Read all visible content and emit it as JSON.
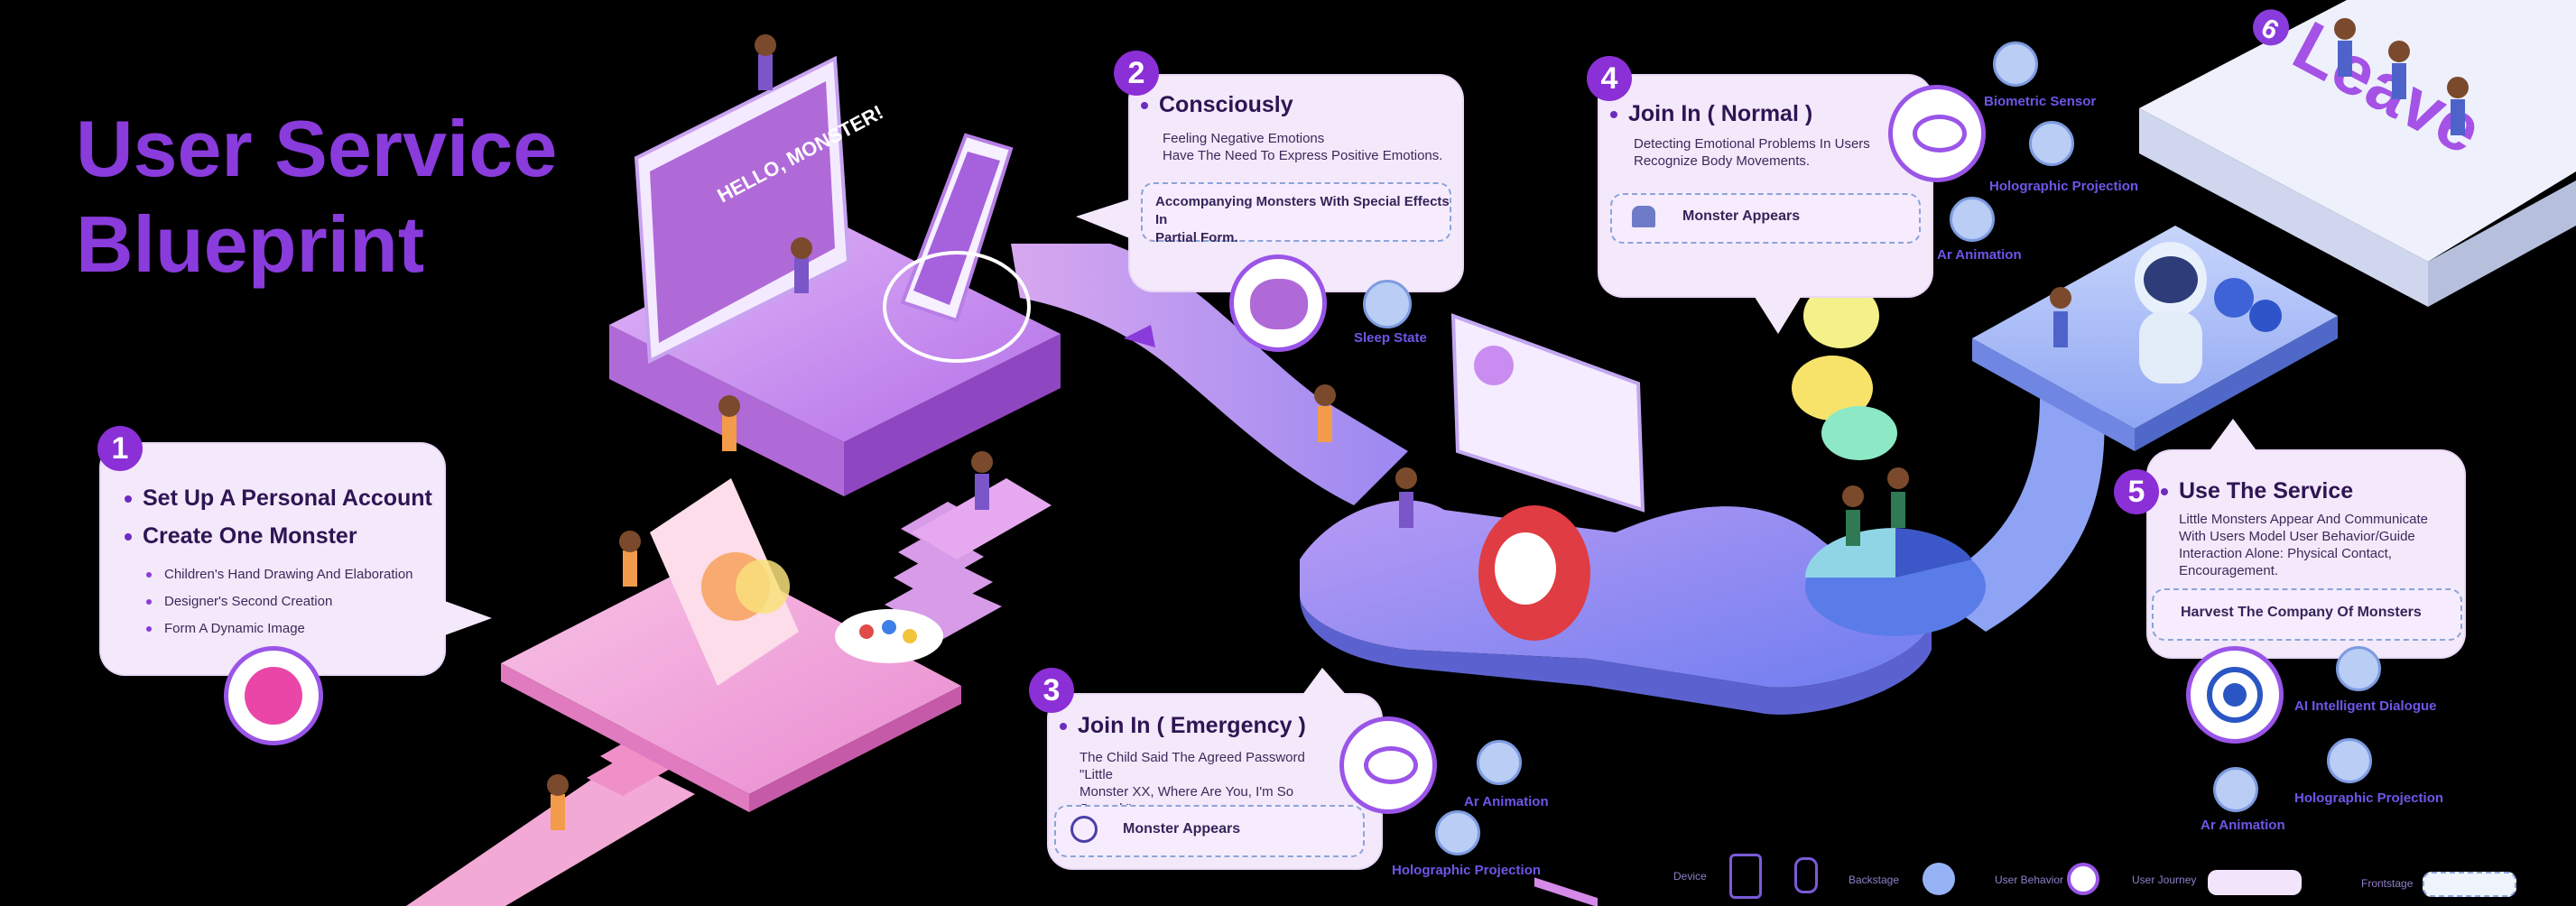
{
  "title": {
    "line1": "User Service",
    "line2": "Blueprint"
  },
  "steps": [
    {
      "num": "1",
      "headings": [
        "Set Up A Personal Account",
        "Create One Monster"
      ],
      "items": [
        "Children's Hand Drawing And Elaboration",
        "Designer's Second Creation",
        "Form A Dynamic Image"
      ]
    },
    {
      "num": "2",
      "heading": "Consciously",
      "text": [
        "Feeling  Negative Emotions",
        "Have The Need To Express Positive Emotions."
      ],
      "box": [
        "Accompanying Monsters With Special Effects In",
        "Partial Form."
      ],
      "state_label": "Sleep State"
    },
    {
      "num": "3",
      "heading": "Join In ( Emergency )",
      "text": [
        "The Child Said The Agreed Password \"Little",
        "Monster XX, Where Are You, I'm So",
        "Scared.\""
      ],
      "box": "Monster Appears",
      "labels": [
        "Ar Animation",
        "Holographic Projection"
      ]
    },
    {
      "num": "4",
      "heading": "Join In ( Normal )",
      "text": [
        "Detecting Emotional Problems In Users",
        "Recognize Body Movements."
      ],
      "box": "Monster Appears",
      "labels": [
        "Biometric Sensor",
        "Holographic Projection",
        "Ar Animation"
      ]
    },
    {
      "num": "5",
      "heading": "Use The Service",
      "text": [
        "Little Monsters Appear And Communicate",
        "With Users Model User Behavior/Guide",
        "Interaction Alone: Physical Contact,",
        "Encouragement."
      ],
      "box": "Harvest The Company Of Monsters",
      "labels": [
        "AI Intelligent Dialogue",
        "Holographic Projection",
        "Ar Animation"
      ]
    },
    {
      "num": "6",
      "heading": "Leave"
    }
  ],
  "screen_text": "HELLO, MONSTER!",
  "legend": [
    "Device",
    "Backstage",
    "User Behavior",
    "User Journey",
    "Frontstage"
  ],
  "colors": {
    "purple": "#8a3bdc",
    "card": "#f4e8fb",
    "platform_pink": "#f2a6d6",
    "platform_violet": "#c58cf0",
    "platform_blue": "#7e8ef2"
  }
}
